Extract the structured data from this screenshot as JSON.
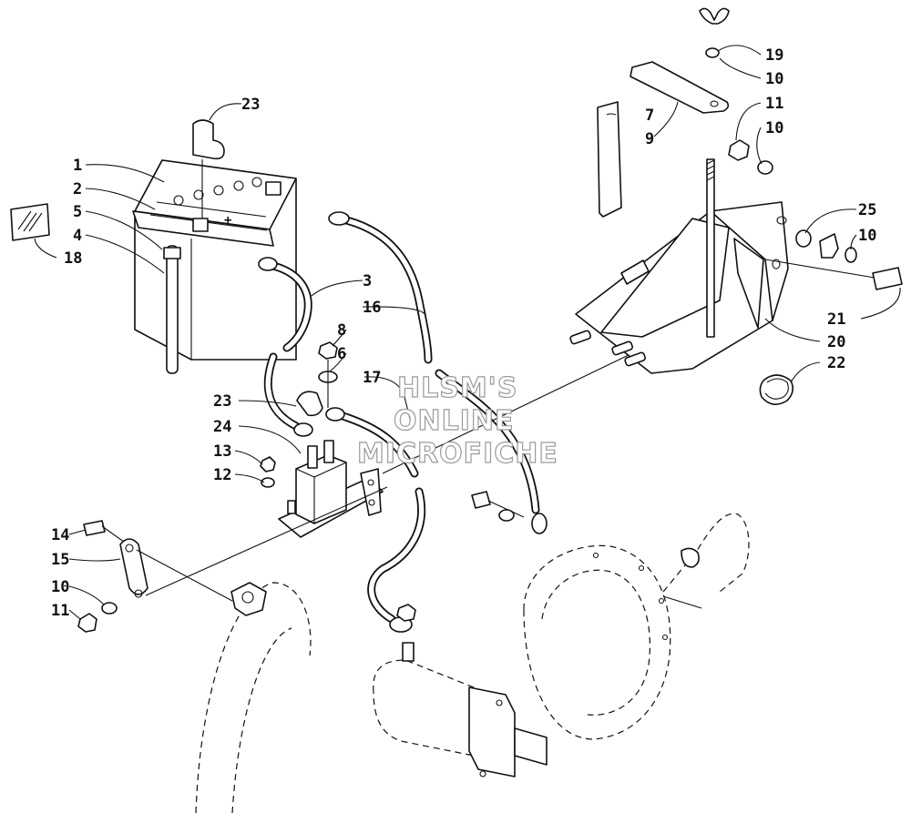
{
  "watermark": {
    "lines": [
      "HLSM'S",
      "ONLINE",
      "MICROFICHE"
    ]
  },
  "callouts": [
    {
      "id": "c-1",
      "label": "1"
    },
    {
      "id": "c-2",
      "label": "2"
    },
    {
      "id": "c-5",
      "label": "5"
    },
    {
      "id": "c-4",
      "label": "4"
    },
    {
      "id": "c-18",
      "label": "18"
    },
    {
      "id": "c-23a",
      "label": "23"
    },
    {
      "id": "c-3",
      "label": "3"
    },
    {
      "id": "c-16",
      "label": "16"
    },
    {
      "id": "c-8",
      "label": "8"
    },
    {
      "id": "c-6",
      "label": "6"
    },
    {
      "id": "c-17",
      "label": "17"
    },
    {
      "id": "c-23b",
      "label": "23"
    },
    {
      "id": "c-24",
      "label": "24"
    },
    {
      "id": "c-13",
      "label": "13"
    },
    {
      "id": "c-12",
      "label": "12"
    },
    {
      "id": "c-14",
      "label": "14"
    },
    {
      "id": "c-15",
      "label": "15"
    },
    {
      "id": "c-10a",
      "label": "10"
    },
    {
      "id": "c-11a",
      "label": "11"
    },
    {
      "id": "c-19",
      "label": "19"
    },
    {
      "id": "c-10b",
      "label": "10"
    },
    {
      "id": "c-7",
      "label": "7"
    },
    {
      "id": "c-9",
      "label": "9"
    },
    {
      "id": "c-11b",
      "label": "11"
    },
    {
      "id": "c-10c",
      "label": "10"
    },
    {
      "id": "c-25",
      "label": "25"
    },
    {
      "id": "c-10d",
      "label": "10"
    },
    {
      "id": "c-21",
      "label": "21"
    },
    {
      "id": "c-20",
      "label": "20"
    },
    {
      "id": "c-22",
      "label": "22"
    }
  ]
}
